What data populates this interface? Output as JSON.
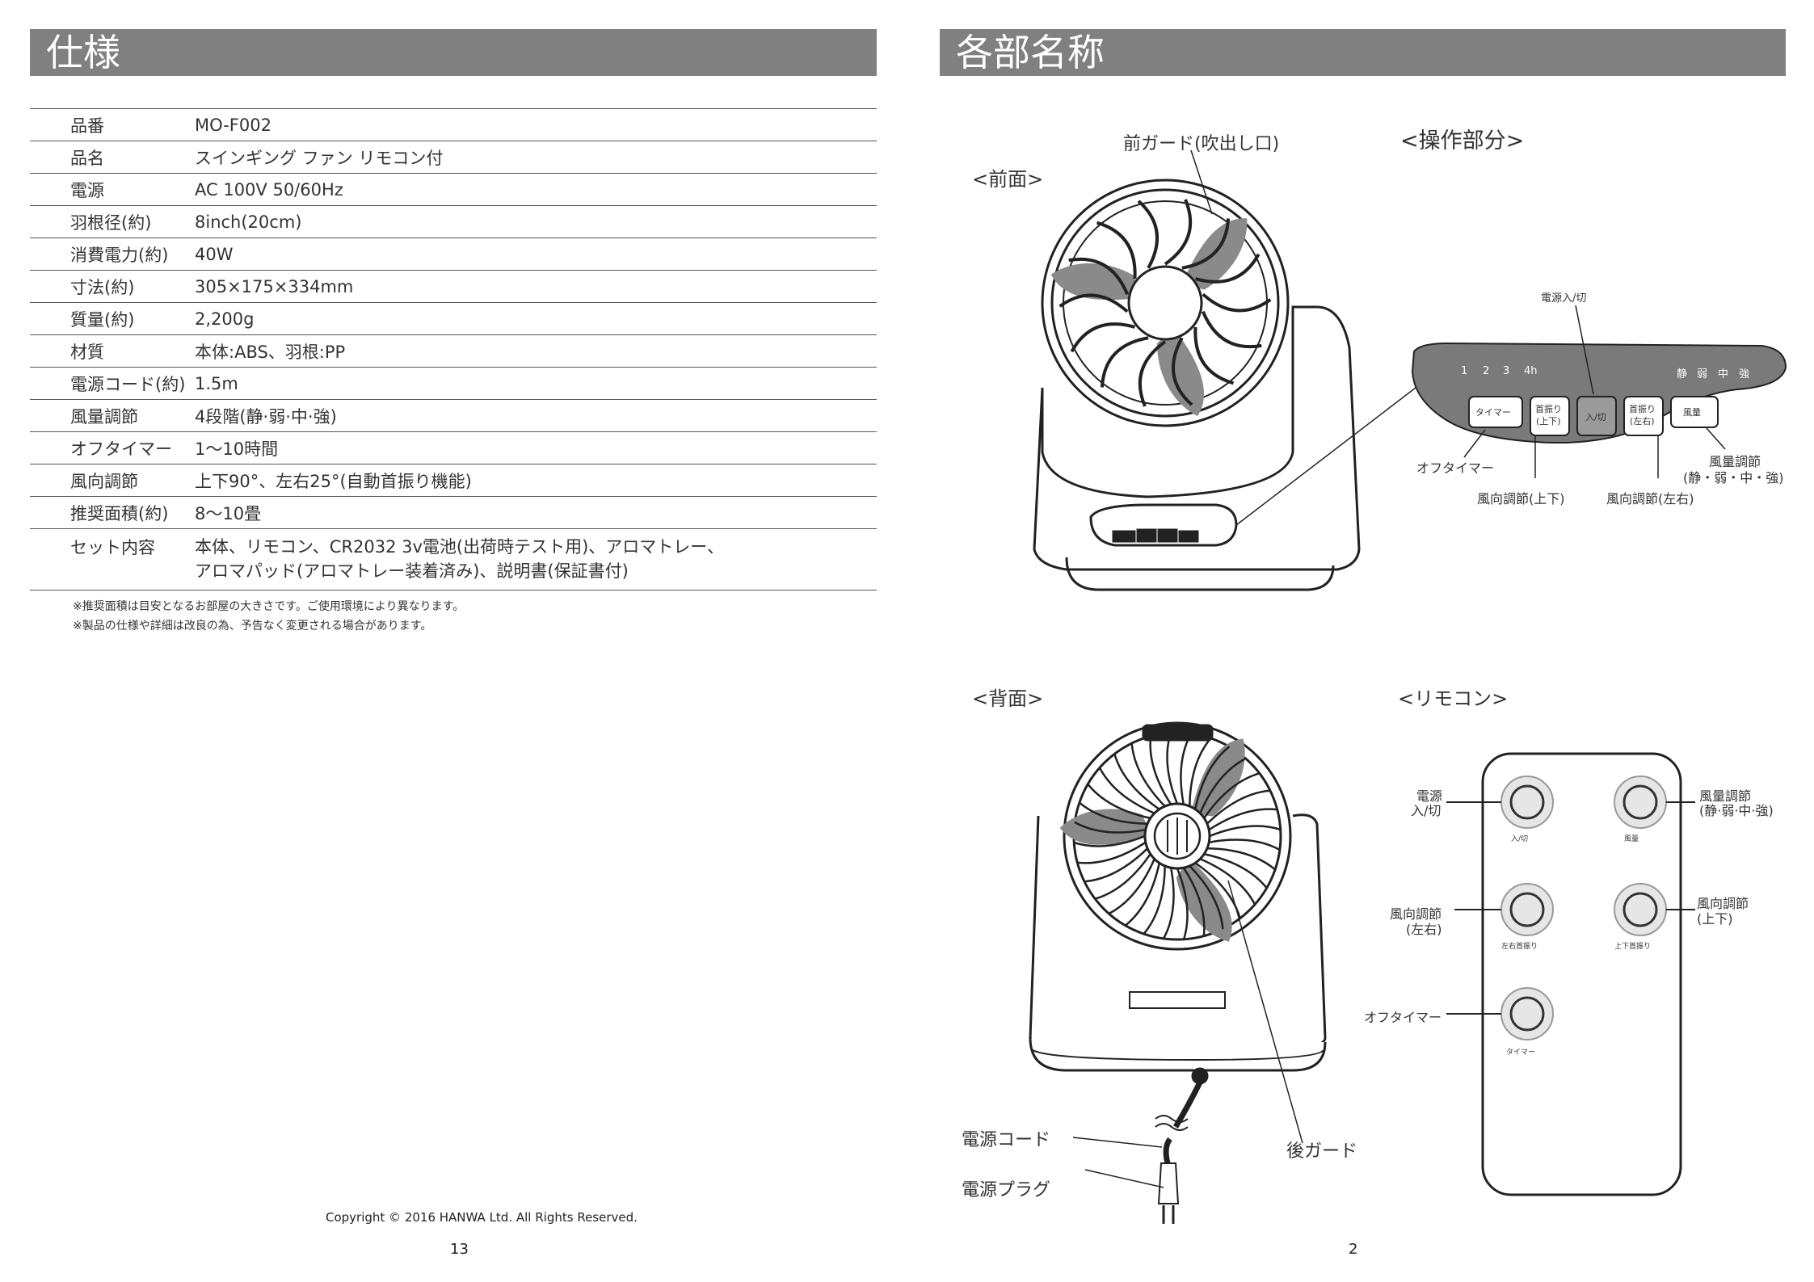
{
  "left_page": {
    "header": "仕様",
    "spec_rows": [
      {
        "key": "品番",
        "value": "MO-F002"
      },
      {
        "key": "品名",
        "value": "スインギング ファン リモコン付"
      },
      {
        "key": "電源",
        "value": "AC 100V 50/60Hz"
      },
      {
        "key": "羽根径(約)",
        "value": "8inch(20cm)"
      },
      {
        "key": "消費電力(約)",
        "value": "40W"
      },
      {
        "key": "寸法(約)",
        "value": "305×175×334mm"
      },
      {
        "key": "質量(約)",
        "value": "2,200g"
      },
      {
        "key": "材質",
        "value": "本体:ABS、羽根:PP"
      },
      {
        "key": "電源コード(約)",
        "value": "1.5m"
      },
      {
        "key": "風量調節",
        "value": "4段階(静·弱·中·強)"
      },
      {
        "key": "オフタイマー",
        "value": "1～10時間"
      },
      {
        "key": "風向調節",
        "value": "上下90°、左右25°(自動首振り機能)"
      },
      {
        "key": "推奨面積(約)",
        "value": "8～10畳"
      }
    ],
    "set_contents": {
      "key": "セット内容",
      "line1": "本体、リモコン、CR2032 3v電池(出荷時テスト用)、アロマトレー、",
      "line2": "アロマパッド(アロマトレー装着済み)、説明書(保証書付)"
    },
    "notes": [
      "※推奨面積は目安となるお部屋の大きさです。ご使用環境により異なります。",
      "※製品の仕様や詳細は改良の為、予告なく変更される場合があります。"
    ],
    "copyright": "Copyright © 2016 HANWA Ltd. All Rights Reserved.",
    "page_number": "13"
  },
  "right_page": {
    "header": "各部名称",
    "front": {
      "title": "<前面>",
      "front_guard": "前ガード(吹出し口)"
    },
    "control": {
      "title": "<操作部分>",
      "power_label": "電源入/切",
      "indicators": [
        "1",
        "2",
        "3",
        "4h",
        "静",
        "弱",
        "中",
        "強"
      ],
      "buttons": {
        "timer": "タイマー",
        "swing_ud_1": "首振り",
        "swing_ud_2": "(上下)",
        "power": "入/切",
        "swing_lr_1": "首振り",
        "swing_lr_2": "(左右)",
        "speed": "風量"
      },
      "off_timer": "オフタイマー",
      "dir_ud": "風向調節(上下)",
      "dir_lr": "風向調節(左右)",
      "speed_1": "風量調節",
      "speed_2": "(静・弱・中・強)"
    },
    "back": {
      "title": "<背面>",
      "cord": "電源コード",
      "plug": "電源プラグ",
      "rear_guard": "後ガード"
    },
    "remote": {
      "title": "<リモコン>",
      "power_1": "電源",
      "power_2": "入/切",
      "power_btn": "入/切",
      "speed_1": "風量調節",
      "speed_2": "(静·弱·中·強)",
      "speed_btn": "風量",
      "lr_1": "風向調節",
      "lr_2": "(左右)",
      "lr_btn": "左右首振り",
      "ud_1": "風向調節",
      "ud_2": "(上下)",
      "ud_btn": "上下首振り",
      "timer": "オフタイマー",
      "timer_btn": "タイマー"
    },
    "page_number": "2"
  }
}
